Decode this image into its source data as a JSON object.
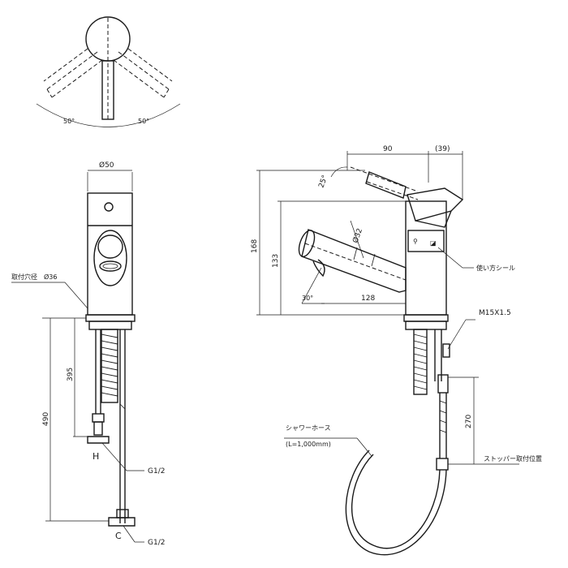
{
  "top_view": {
    "angle_left": "50°",
    "angle_right": "50°"
  },
  "front_view": {
    "dia_top": "Ø50",
    "mount_hole": "取付穴径　Ø36",
    "dim_395": "395",
    "dim_490": "490",
    "label_h": "H",
    "label_c": "C",
    "thread_h": "G1/2",
    "thread_c": "G1/2"
  },
  "side_view": {
    "dim_90": "90",
    "dim_39": "(39)",
    "angle_25": "25°",
    "dia_32": "Ø32",
    "dim_168": "168",
    "dim_133": "133",
    "dim_128": "128",
    "angle_30": "30°",
    "seal_label": "使い方シール",
    "thread_m15": "M15X1.5",
    "hose_label": "シャワーホース",
    "hose_length": "(L=1,000mm)",
    "dim_270": "270",
    "stopper_label": "ストッパー取付位置"
  }
}
